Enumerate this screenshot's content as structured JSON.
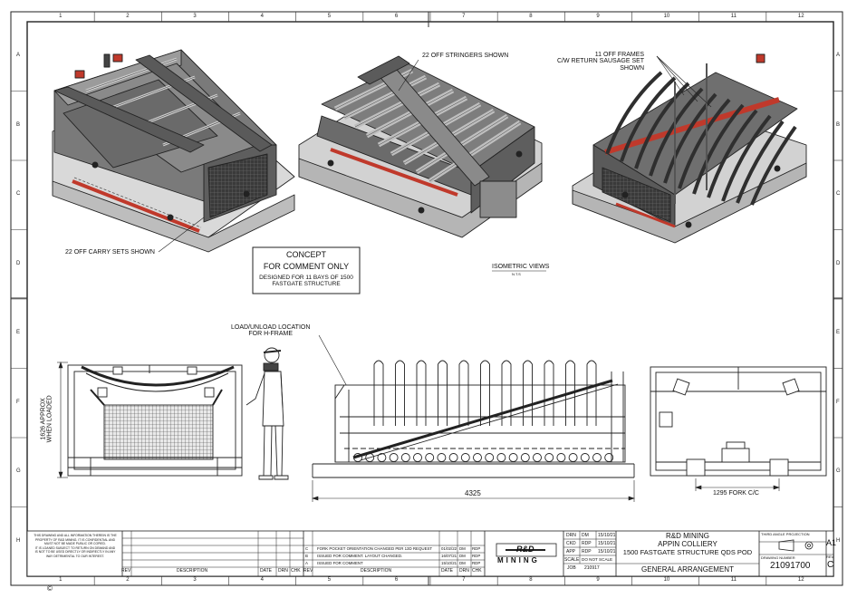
{
  "grid": {
    "columns": [
      "1",
      "2",
      "3",
      "4",
      "5",
      "6",
      "7",
      "8",
      "9",
      "10",
      "11",
      "12"
    ],
    "rows": [
      "A",
      "B",
      "C",
      "D",
      "E",
      "F",
      "G",
      "H"
    ]
  },
  "annotations": {
    "stringers": "22 OFF STRINGERS SHOWN",
    "frames": "11 OFF FRAMES\nC/W RETURN SAUSAGE SET\nSHOWN",
    "carry_sets": "22 OFF CARRY SETS SHOWN",
    "isometric": "ISOMETRIC VIEWS",
    "nts": "N.T.S",
    "load_location": "LOAD/UNLOAD LOCATION\nFOR H-FRAME",
    "height_dim": "1626 APPROX\nWHEN LOADED",
    "length_dim": "4325",
    "fork_dim": "1295 FORK C/C"
  },
  "concept_box": {
    "line1": "CONCEPT",
    "line2": "FOR COMMENT ONLY",
    "line3": "DESIGNED FOR 11 BAYS OF 1500\nFASTGATE STRUCTURE"
  },
  "title_block": {
    "disclaimer": "THIS DRAWING AND ALL INFORMATION THEREIN IS THE\nPROPERTY OF R&D MINING. IT IS CONFIDENTIAL AND\nMUST NOT BE MADE PUBLIC OR COPIED.\nIT IS LOANED SUBJECT TO RETURN ON DEMAND AND\nIS NOT TO BE USED DIRECTLY OR INDIRECTLY IN ANY\nWAY DETRIMENTAL TO OUR INTEREST.",
    "rev_header": "REV",
    "desc_header": "DESCRIPTION",
    "date_header": "DATE",
    "drn_header": "DRN",
    "chk_header": "CHK",
    "revisions": [
      {
        "rev": "C",
        "desc": "FORK POCKET ORIENTATION CHANGED PER 13D REQUEST",
        "date": "01/02/22",
        "drn": "DM",
        "chk": "RDP"
      },
      {
        "rev": "B",
        "desc": "ISSUED FOR COMMENT. LAYOUT CHANGED.",
        "date": "16/07/21",
        "drn": "DM",
        "chk": "RDP"
      },
      {
        "rev": "A",
        "desc": "ISSUED FOR COMMENT",
        "date": "15/10/21",
        "drn": "DM",
        "chk": "RDP"
      }
    ],
    "logo_top": "R&D",
    "logo_bottom": "MINING",
    "sign_rows": [
      {
        "k": "DRN",
        "who": "DM",
        "date": "15/10/21"
      },
      {
        "k": "CKD",
        "who": "RDP",
        "date": "15/10/21"
      },
      {
        "k": "APP",
        "who": "RDP",
        "date": "15/10/21"
      }
    ],
    "scale_label": "SCALE",
    "scale_value": "DO NOT SCALE",
    "job_label": "JOB",
    "job_value": "210917",
    "company": "R&D MINING",
    "client": "APPIN COLLIERY",
    "project": "1500 FASTGATE STRUCTURE QDS POD",
    "drawing_title": "GENERAL ARRANGEMENT",
    "projection": "THIRD ANGLE PROJECTION",
    "drawing_number_label": "DRAWING NUMBER",
    "drawing_number": "21091700",
    "size": "A1",
    "rev_label": "REV",
    "rev_value": "C",
    "copyright": "©"
  }
}
